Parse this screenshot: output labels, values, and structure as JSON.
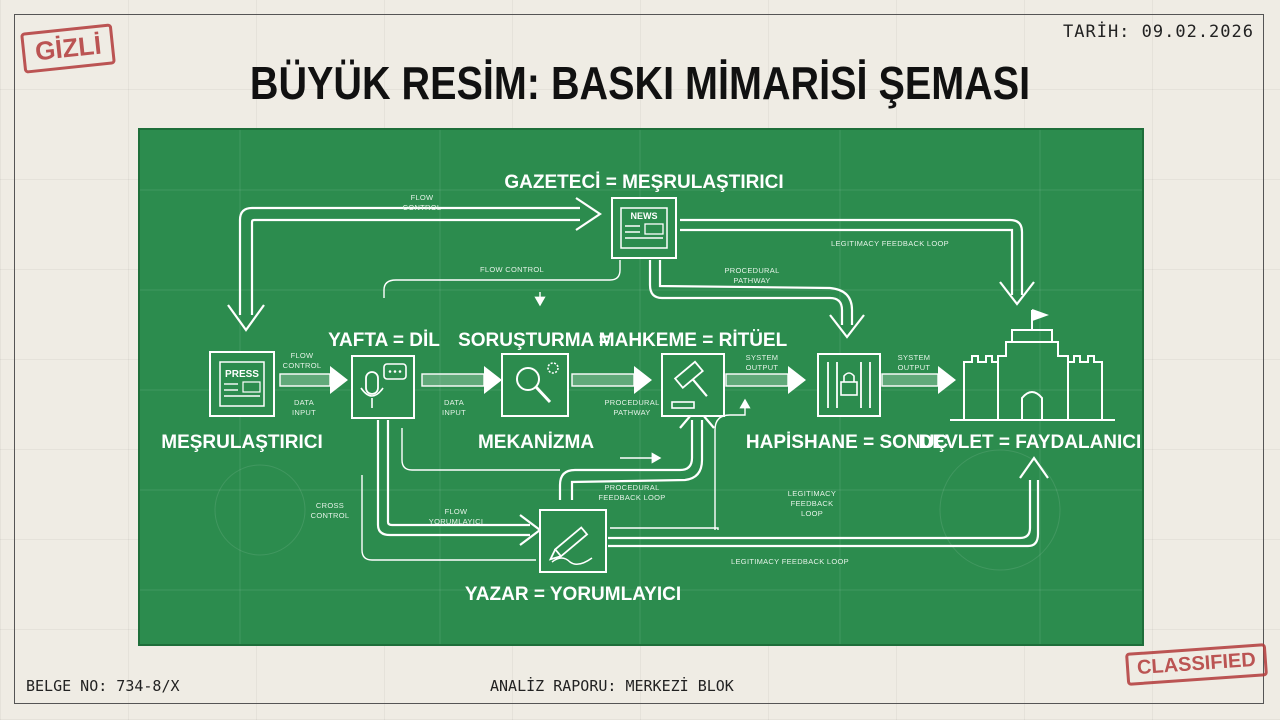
{
  "stamps": {
    "top_left": "GİZLİ",
    "bottom_right": "CLASSIFIED"
  },
  "header": {
    "date": "TARİH: 09.02.2026",
    "title": "BÜYÜK RESİM: BASKI MİMARİSİ ŞEMASI"
  },
  "footer": {
    "doc_no": "BELGE NO: 734-8/X",
    "report": "ANALİZ RAPORU: MERKEZİ BLOK"
  },
  "nodes": {
    "gazeteci": "GAZETECİ = MEŞRULAŞTIRICI",
    "mesrulastirici": "MEŞRULAŞTIRICI",
    "yafta": "YAFTA = DİL",
    "sorusturma_top": "SORUŞTURMA =",
    "sorusturma_bottom": "MEKANİZMA",
    "mahkeme": "MAHKEME = RİTÜEL",
    "hapishane": "HAPİSHANE = SONUÇ",
    "devlet": "DEVLET = FAYDALANICI",
    "yazar": "YAZAR = YORUMLAYICI"
  },
  "icons": {
    "press_text": "PRESS",
    "news_text": "NEWS"
  },
  "annotations": {
    "flow_control_1": "FLOW",
    "flow_control_2": "CONTROL",
    "flow_control": "FLOW CONTROL",
    "legitimacy": "LEGITIMACY FEEDBACK LOOP",
    "procedural_1": "PROCEDURAL",
    "procedural_2": "PATHWAY",
    "data_1": "DATA",
    "data_2": "INPUT",
    "system_1": "SYSTEM",
    "system_2": "OUTPUT",
    "procfb_1": "PROCEDURAL",
    "procfb_2": "FEEDBACK LOOP",
    "legit_1": "LEGITIMACY",
    "legit_2": "FEEDBACK",
    "legit_3": "LOOP",
    "flow_yorum_1": "FLOW",
    "flow_yorum_2": "YORUMLAYICI",
    "cross_1": "CROSS",
    "cross_2": "CONTROL"
  },
  "colors": {
    "board": "#2c8c4e",
    "stamp": "#b23a3a",
    "chalk": "#ffffff"
  }
}
